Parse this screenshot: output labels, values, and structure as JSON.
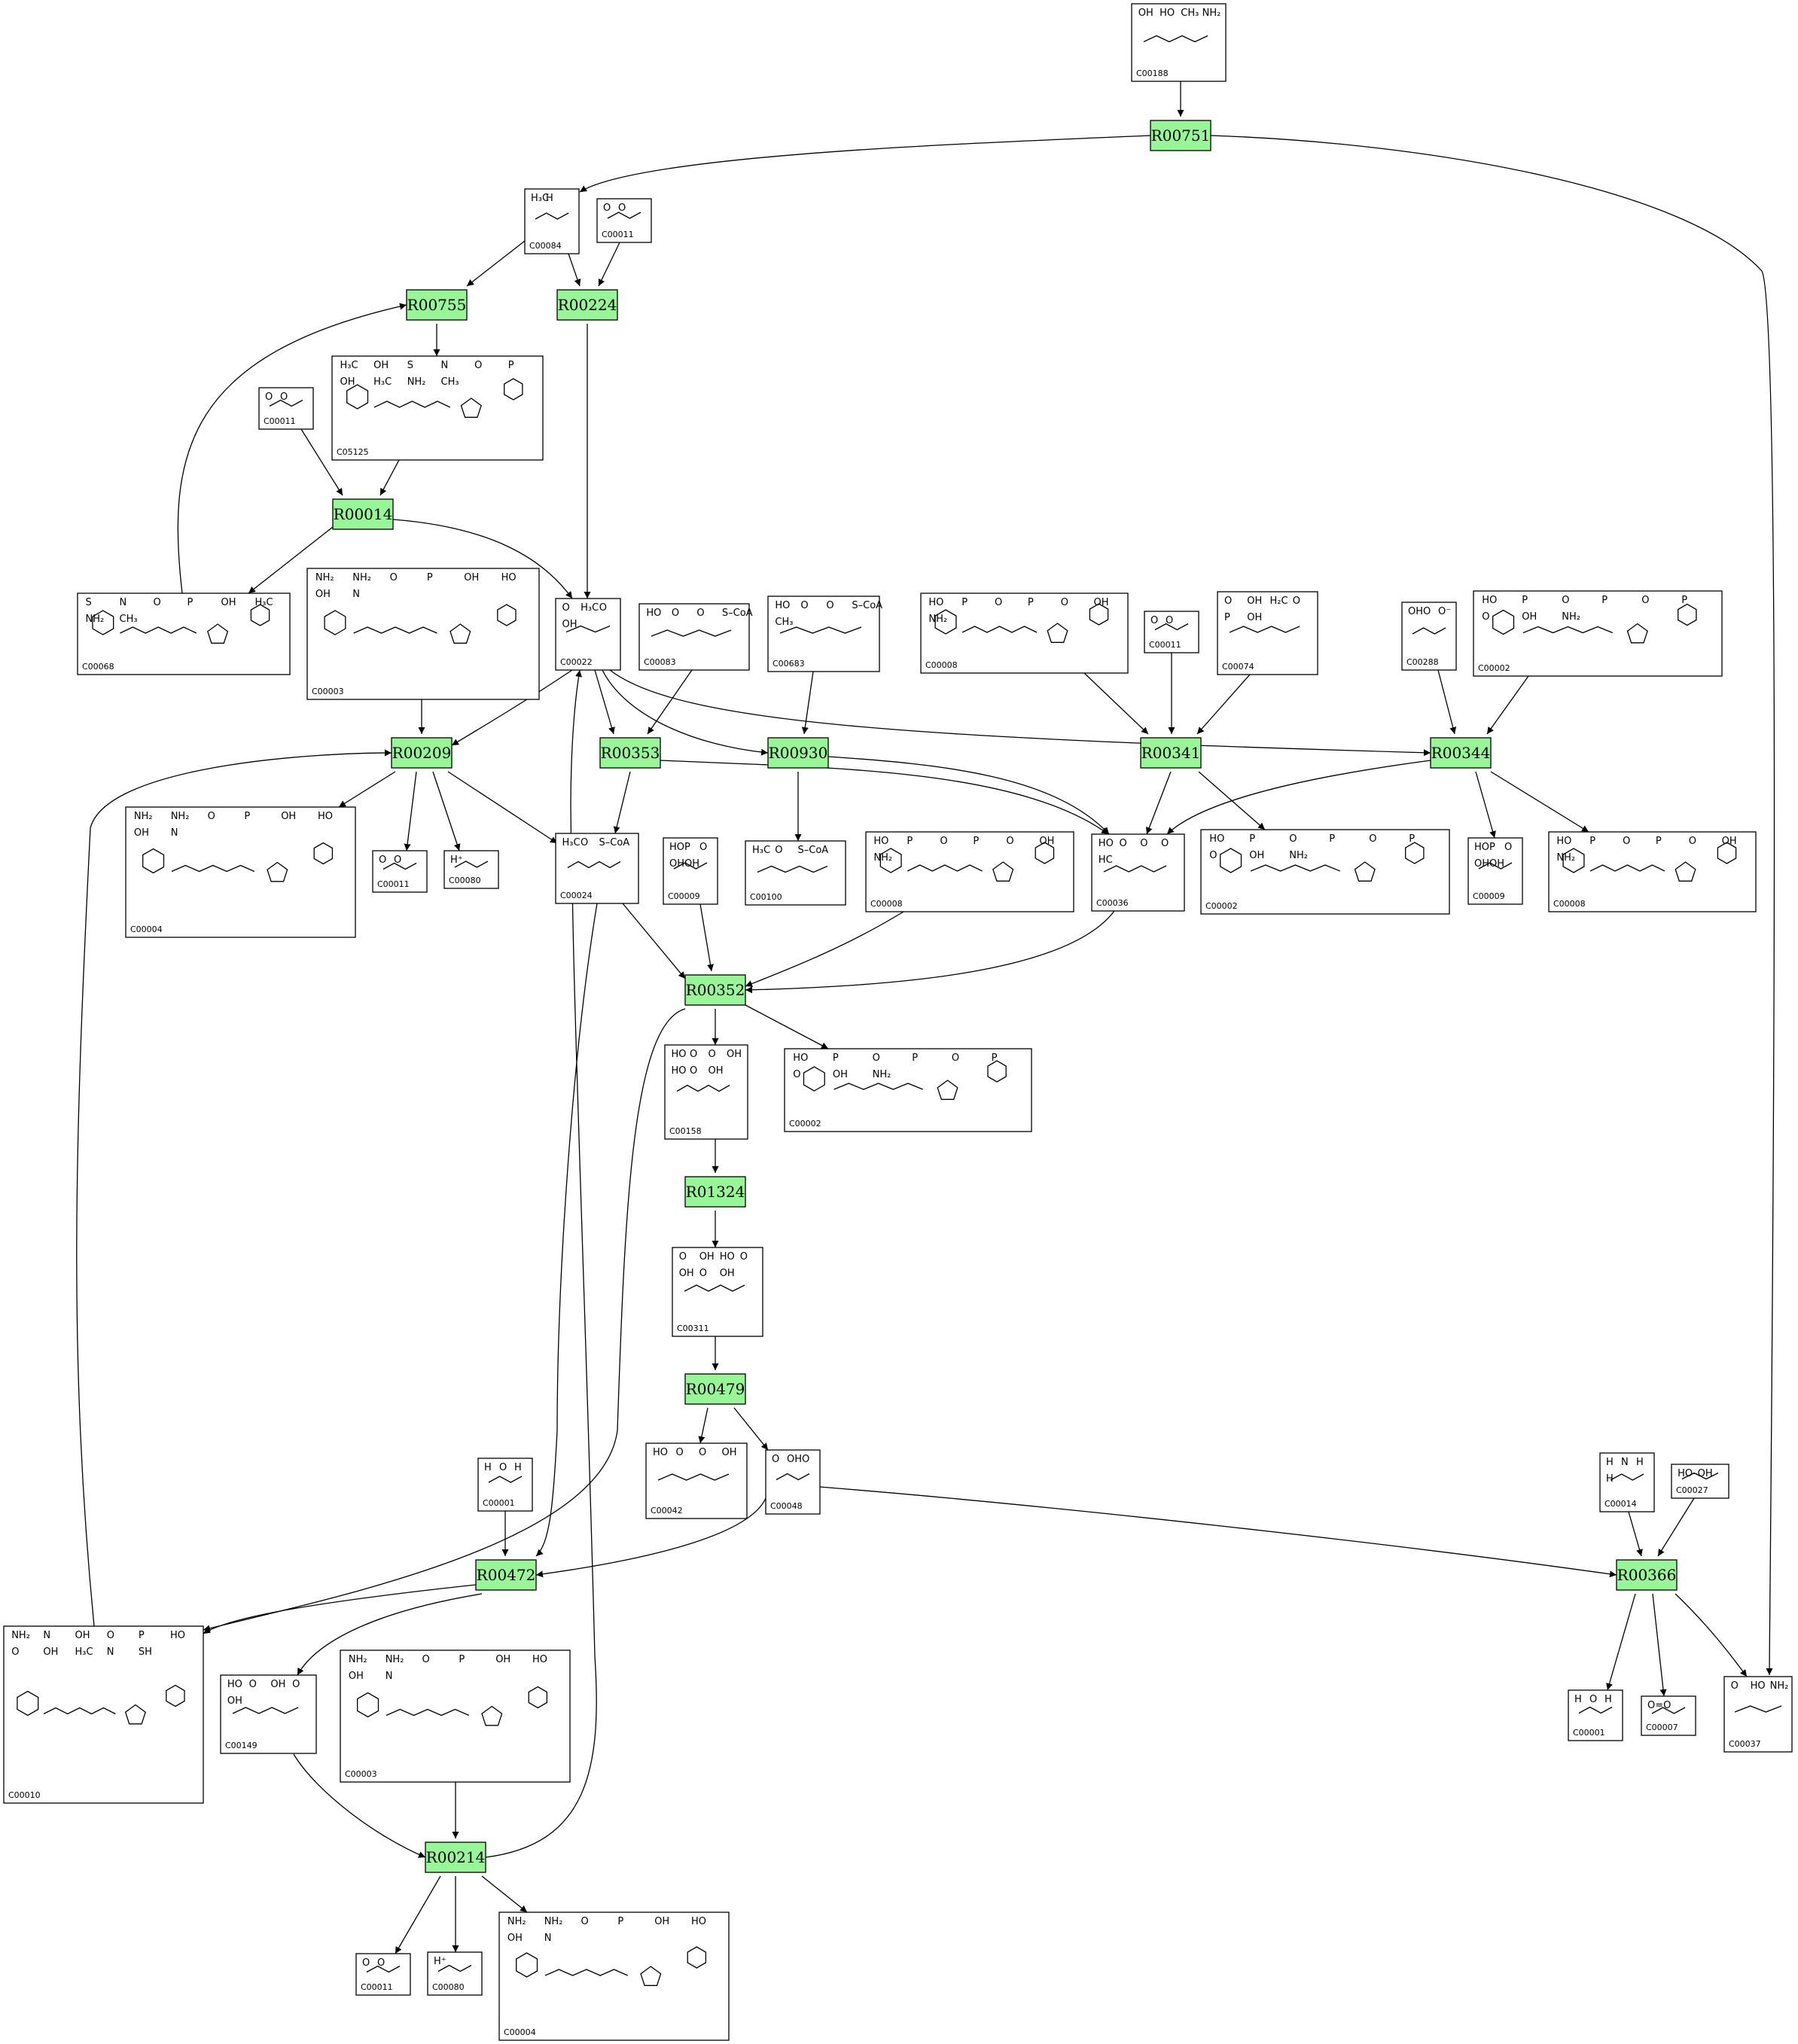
{
  "diagram": {
    "reactions": [
      {
        "id": "R00751"
      },
      {
        "id": "R00755"
      },
      {
        "id": "R00224"
      },
      {
        "id": "R00014"
      },
      {
        "id": "R00209"
      },
      {
        "id": "R00353"
      },
      {
        "id": "R00930"
      },
      {
        "id": "R00341"
      },
      {
        "id": "R00344"
      },
      {
        "id": "R00352"
      },
      {
        "id": "R01324"
      },
      {
        "id": "R00479"
      },
      {
        "id": "R00472"
      },
      {
        "id": "R00366"
      },
      {
        "id": "R00214"
      }
    ],
    "compounds": [
      {
        "key": "c00188",
        "label": "C00188",
        "formula": [
          "OH",
          "HO",
          "CH₃",
          "NH₂"
        ]
      },
      {
        "key": "c00084",
        "label": "C00084",
        "formula": [
          "H₃C",
          "H"
        ]
      },
      {
        "key": "c00011a",
        "label": "C00011",
        "formula": [
          "O",
          "O"
        ]
      },
      {
        "key": "c00011b",
        "label": "C00011",
        "formula": [
          "O",
          "O"
        ]
      },
      {
        "key": "c05125",
        "label": "C05125",
        "formula": [
          "H₃C",
          "OH",
          "S",
          "N",
          "O",
          "P",
          "OH",
          "H₃C",
          "NH₂",
          "CH₃"
        ]
      },
      {
        "key": "c00068",
        "label": "C00068",
        "formula": [
          "S",
          "N",
          "O",
          "P",
          "OH",
          "H₃C",
          "NH₂",
          "CH₃"
        ]
      },
      {
        "key": "c00003a",
        "label": "C00003",
        "formula": [
          "NH₂",
          "NH₂",
          "O",
          "P",
          "OH",
          "HO",
          "OH",
          "N"
        ]
      },
      {
        "key": "c00022",
        "label": "C00022",
        "formula": [
          "O",
          "H₃C",
          "O",
          "OH"
        ]
      },
      {
        "key": "c00083",
        "label": "C00083",
        "formula": [
          "HO",
          "O",
          "O",
          "S–CoA"
        ]
      },
      {
        "key": "c00683",
        "label": "C00683",
        "formula": [
          "HO",
          "O",
          "O",
          "S–CoA",
          "CH₃"
        ]
      },
      {
        "key": "c00008a",
        "label": "C00008",
        "formula": [
          "HO",
          "P",
          "O",
          "P",
          "O",
          "OH",
          "NH₂"
        ]
      },
      {
        "key": "c00011c",
        "label": "C00011",
        "formula": [
          "O",
          "O"
        ]
      },
      {
        "key": "c00074",
        "label": "C00074",
        "formula": [
          "O",
          "OH",
          "H₂C",
          "O",
          "P",
          "OH"
        ]
      },
      {
        "key": "c00288",
        "label": "C00288",
        "formula": [
          "OH",
          "O",
          "O⁻"
        ]
      },
      {
        "key": "c00002a",
        "label": "C00002",
        "formula": [
          "HO",
          "P",
          "O",
          "P",
          "O",
          "P",
          "O",
          "OH",
          "NH₂"
        ]
      },
      {
        "key": "c00004a",
        "label": "C00004",
        "formula": [
          "NH₂",
          "NH₂",
          "O",
          "P",
          "OH",
          "HO",
          "OH",
          "N"
        ]
      },
      {
        "key": "c00011d",
        "label": "C00011",
        "formula": [
          "O",
          "O"
        ]
      },
      {
        "key": "c00080a",
        "label": "C00080",
        "formula": [
          "H⁺"
        ]
      },
      {
        "key": "c00024",
        "label": "C00024",
        "formula": [
          "H₃C",
          "O",
          "S–CoA"
        ]
      },
      {
        "key": "c00009a",
        "label": "C00009",
        "formula": [
          "HO",
          "P",
          "O",
          "OH",
          "OH"
        ]
      },
      {
        "key": "c00100",
        "label": "C00100",
        "formula": [
          "H₃C",
          "O",
          "S–CoA"
        ]
      },
      {
        "key": "c00008b",
        "label": "C00008",
        "formula": [
          "HO",
          "P",
          "O",
          "P",
          "O",
          "OH",
          "NH₂"
        ]
      },
      {
        "key": "c00036",
        "label": "C00036",
        "formula": [
          "HO",
          "O",
          "O",
          "O",
          "HC"
        ]
      },
      {
        "key": "c00002b",
        "label": "C00002",
        "formula": [
          "HO",
          "P",
          "O",
          "P",
          "O",
          "P",
          "O",
          "OH",
          "NH₂"
        ]
      },
      {
        "key": "c00009b",
        "label": "C00009",
        "formula": [
          "HO",
          "P",
          "O",
          "OH",
          "OH"
        ]
      },
      {
        "key": "c00008c",
        "label": "C00008",
        "formula": [
          "HO",
          "P",
          "O",
          "P",
          "O",
          "OH",
          "NH₂"
        ]
      },
      {
        "key": "c00158",
        "label": "C00158",
        "formula": [
          "HO",
          "O",
          "O",
          "OH",
          "HO",
          "O",
          "OH"
        ]
      },
      {
        "key": "c00002c",
        "label": "C00002",
        "formula": [
          "HO",
          "P",
          "O",
          "P",
          "O",
          "P",
          "O",
          "OH",
          "NH₂"
        ]
      },
      {
        "key": "c00311",
        "label": "C00311",
        "formula": [
          "O",
          "OH",
          "HO",
          "O",
          "OH",
          "O",
          "OH"
        ]
      },
      {
        "key": "c00042",
        "label": "C00042",
        "formula": [
          "HO",
          "O",
          "O",
          "OH"
        ]
      },
      {
        "key": "c00048",
        "label": "C00048",
        "formula": [
          "O",
          "OH",
          "O"
        ]
      },
      {
        "key": "c00001a",
        "label": "C00001",
        "formula": [
          "H",
          "O",
          "H"
        ]
      },
      {
        "key": "c00014",
        "label": "C00014",
        "formula": [
          "H",
          "N",
          "H",
          "H"
        ]
      },
      {
        "key": "c00027",
        "label": "C00027",
        "formula": [
          "HO–OH"
        ]
      },
      {
        "key": "c00010",
        "label": "C00010",
        "formula": [
          "NH₂",
          "N",
          "OH",
          "O",
          "P",
          "HO",
          "O",
          "OH",
          "H₃C",
          "N",
          "SH"
        ]
      },
      {
        "key": "c00149",
        "label": "C00149",
        "formula": [
          "HO",
          "O",
          "OH",
          "O",
          "OH"
        ]
      },
      {
        "key": "c00003b",
        "label": "C00003",
        "formula": [
          "NH₂",
          "NH₂",
          "O",
          "P",
          "OH",
          "HO",
          "OH",
          "N"
        ]
      },
      {
        "key": "c00001b",
        "label": "C00001",
        "formula": [
          "H",
          "O",
          "H"
        ]
      },
      {
        "key": "c00007",
        "label": "C00007",
        "formula": [
          "O=O"
        ]
      },
      {
        "key": "c00037",
        "label": "C00037",
        "formula": [
          "O",
          "HO",
          "NH₂"
        ]
      },
      {
        "key": "c00011e",
        "label": "C00011",
        "formula": [
          "O",
          "O"
        ]
      },
      {
        "key": "c00080b",
        "label": "C00080",
        "formula": [
          "H⁺"
        ]
      },
      {
        "key": "c00004b",
        "label": "C00004",
        "formula": [
          "NH₂",
          "NH₂",
          "O",
          "P",
          "OH",
          "HO",
          "OH",
          "N"
        ]
      }
    ],
    "colors": {
      "reaction_fill": "#98f598",
      "reaction_stroke": "#000000",
      "compound_stroke": "#000000",
      "edge": "#000000"
    }
  }
}
